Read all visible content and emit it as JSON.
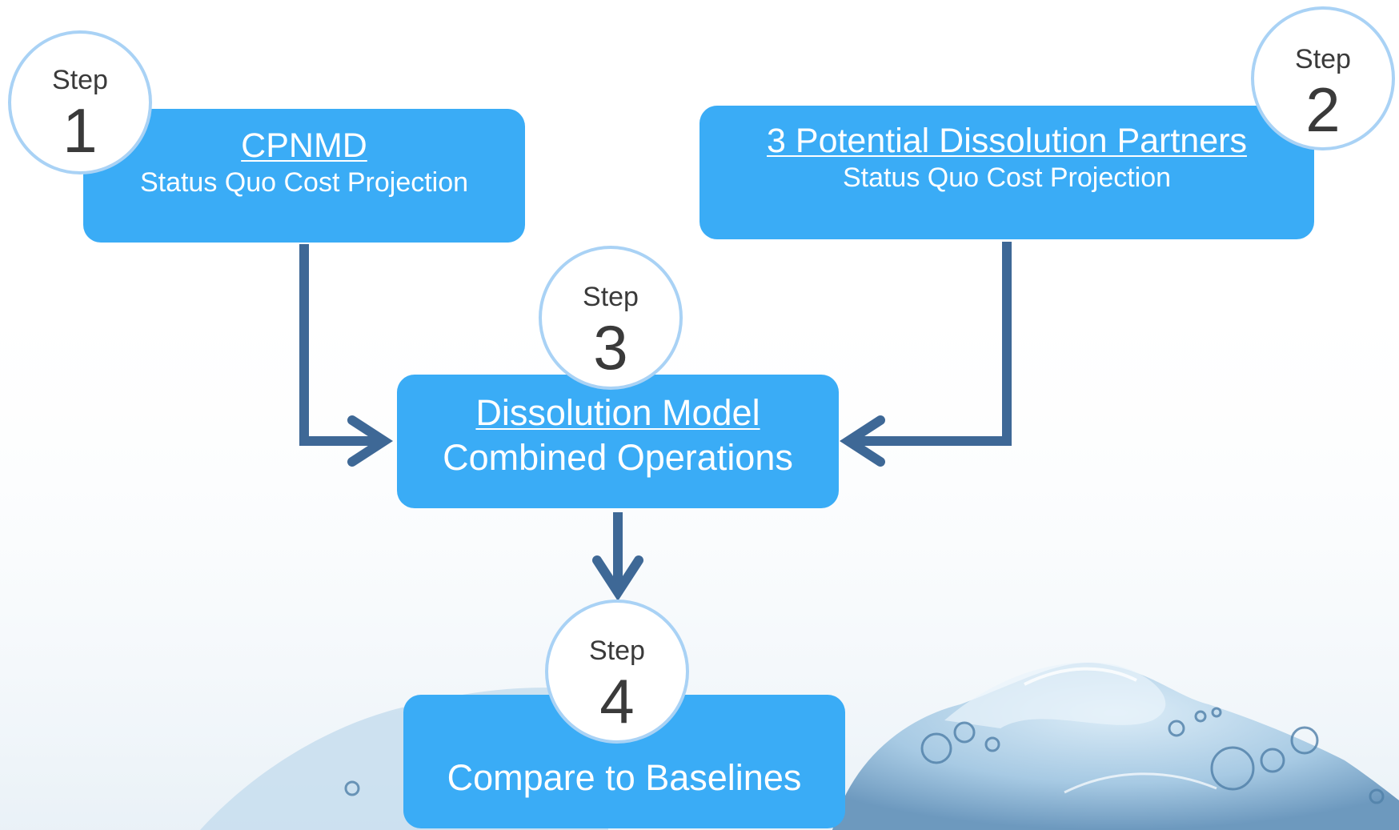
{
  "colors": {
    "box_fill": "#3aacf6",
    "arrow": "#3e6896",
    "badge_border": "#a9d2f5",
    "badge_text": "#3a3a3a",
    "water": "#8fb9d8"
  },
  "steps": [
    {
      "step_label": "Step",
      "number": "1",
      "title": "CPNMD",
      "subtitle": "Status Quo Cost Projection"
    },
    {
      "step_label": "Step",
      "number": "2",
      "title": "3 Potential Dissolution Partners",
      "subtitle": "Status Quo Cost Projection"
    },
    {
      "step_label": "Step",
      "number": "3",
      "title": "Dissolution Model",
      "subtitle": "Combined Operations"
    },
    {
      "step_label": "Step",
      "number": "4",
      "title": "",
      "subtitle": "Compare to Baselines"
    }
  ],
  "background_image": "water-splash"
}
